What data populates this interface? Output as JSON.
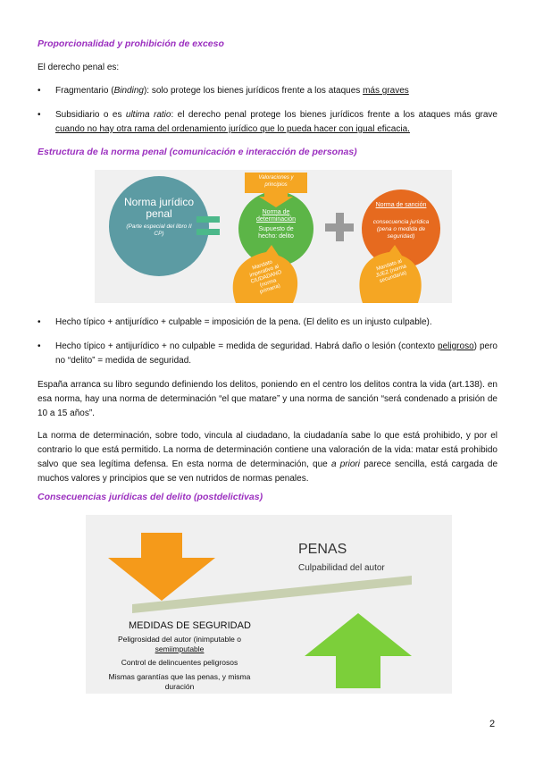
{
  "section1": {
    "heading": "Proporcionalidad y prohibición de exceso",
    "intro": "El derecho penal es:",
    "bullets": [
      {
        "pre": "Fragmentario (",
        "italic": "Binding",
        "mid": "): solo protege los bienes jurídicos frente a los ataques ",
        "underline": "más graves"
      },
      {
        "pre": "Subsidiario o es ",
        "italic": "ultima ratio",
        "mid": ": el derecho penal protege los bienes jurídicos frente a los ataques más grave ",
        "underline": "cuando no hay otra rama del ordenamiento jurídico que lo pueda hacer con igual eficacia."
      }
    ]
  },
  "section2": {
    "heading": "Estructura de la norma penal (comunicación e interacción de personas)",
    "diagram": {
      "norma_title": "Norma jurídico penal",
      "norma_sub": "(Parte especial del libro II CP)",
      "valoraciones": "Valoraciones y principios",
      "determinacion_title": "Norma de determinación",
      "determinacion_sub": "Supuesto de hecho: delito",
      "sancion_title": "Norma de sanción",
      "sancion_sub": "consecuencia jurídica (pena o medida de seguridad)",
      "mandato1": "Mandato imperativo al CIUDADANO (norma primaria)",
      "mandato2": "Mandato al JUEZ (norma secundaria)",
      "colors": {
        "teal": "#5c9ba3",
        "green": "#5cb547",
        "orange": "#e66a1f",
        "signal": "#f5a623",
        "bg": "#f0f0f0",
        "gray": "#9a9a9a"
      }
    },
    "bullets": [
      "Hecho típico + antijurídico + culpable = imposición de la pena. (El delito es un injusto culpable).",
      {
        "pre": "Hecho típico + antijurídico + no culpable = medida de seguridad. Habrá daño o lesión (contexto ",
        "underline": "peligroso",
        "post": ") pero no “delito” = medida de seguridad."
      }
    ],
    "para1": "España arranca su libro segundo definiendo los delitos, poniendo en el centro los delitos contra la vida (art.138). en esa norma, hay una norma de determinación “el que matare” y una norma de sanción “será condenado a prisión de 10 a 15 años”.",
    "para2": {
      "pre": "La norma de determinación, sobre todo, vincula al ciudadano, la ciudadanía sabe lo que está prohibido, y por el contrario lo que está permitido. La norma de determinación contiene una valoración de la vida: matar está prohibido salvo que sea legítima defensa. En esta norma de determinación, que ",
      "italic": "a priori",
      "post": " parece sencilla, está cargada de muchos valores y principios que se ven nutridos de normas penales."
    }
  },
  "section3": {
    "heading": "Consecuencias jurídicas del delito (postdelictivas)",
    "diagram": {
      "penas_title": "PENAS",
      "penas_sub": "Culpabilidad del autor",
      "medidas_title": "MEDIDAS DE SEGURIDAD",
      "medidas_line1_pre": "Peligrosidad del autor (inimputable o ",
      "medidas_line1_u": "semiimputable",
      "medidas_line2": "Control de delincuentes peligrosos",
      "medidas_line3": "Mismas garantías que las penas, y misma duración",
      "colors": {
        "orange": "#f59a1a",
        "green": "#7ccf3a",
        "bar": "#c8d0b0",
        "bg": "#f0f0f0"
      }
    }
  },
  "page_number": "2"
}
